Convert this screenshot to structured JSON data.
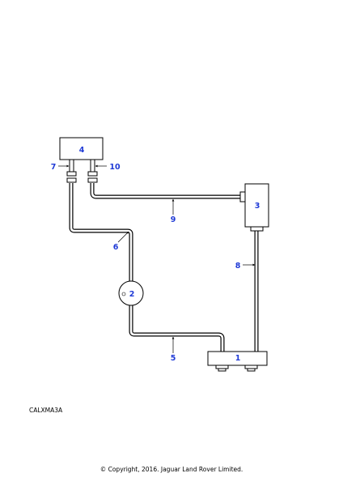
{
  "callouts": {
    "c1": "1",
    "c2": "2",
    "c3": "3",
    "c4": "4",
    "c5": "5",
    "c6": "6",
    "c7": "7",
    "c8": "8",
    "c9": "9",
    "c10": "10"
  },
  "illustration_code": "CALXMA3A",
  "copyright": "© Copyright, 2016. Jaguar Land Rover Limited.",
  "colors": {
    "callout": "#1f3ad6",
    "line": "#000000"
  }
}
